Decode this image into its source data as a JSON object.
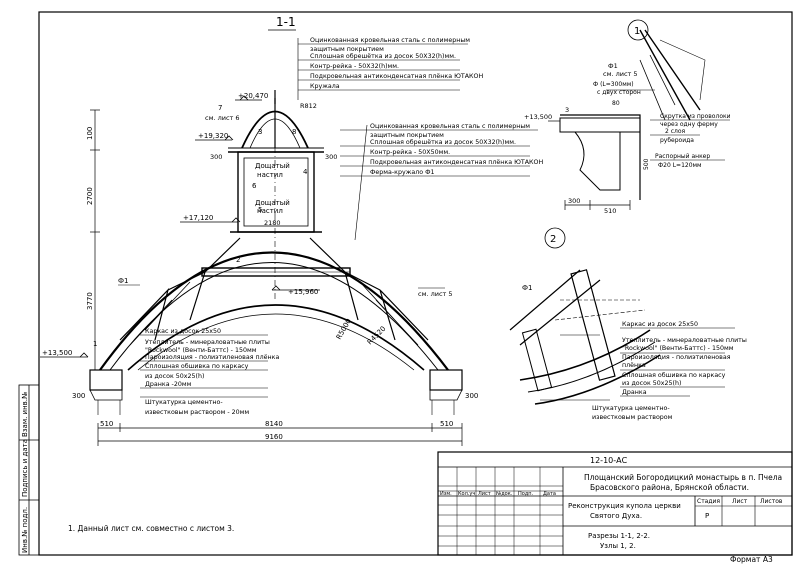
{
  "section_1_title": "1-1",
  "node_1_number": "1",
  "node_2_number": "2",
  "top_note": [
    "Оцинкованная кровельная сталь с полимерным",
    "защитным покрытием",
    "Сплошная обрешётка из досок 50Х32(h)мм.",
    "Контр-рейка - 50Х32(h)мм.",
    "Подкровельная антиконденсатная плёнка ЮТАКОН",
    "Кружала"
  ],
  "mid_note": [
    "Оцинкованная кровельная сталь с полимерным",
    "защитным покрытием",
    "Сплошная обрешётка из досок 50Х32(h)мм.",
    "Контр-рейка - 50Х50мм.",
    "Подкровельная антиконденсатная плёнка ЮТАКОН",
    "Ферма-кружало Ф1"
  ],
  "low_note": [
    "Каркас из досок 25х50",
    "Утеплитель - минераловатные плиты",
    "\"Rockwool\" (Венти-Баттс) - 150мм",
    "Пароизоляция - полиэтиленовая плёнка",
    "Сплошная обшивка по каркасу",
    "из досок 50х25(h)",
    "Дранка  -20мм",
    "Штукатурка цементно-",
    "известковым раствором - 20мм"
  ],
  "node2_note": [
    "Каркас из досок 25х50",
    "Утеплитель - минераловатные плиты",
    "\"Rockwool\" (Венти-Баттс) - 150мм",
    "Пароизоляция - полиэтиленовая",
    "плёнка",
    "Сплошная обшивка по каркасу",
    "из досок 50х25(h)",
    "Дранка",
    "Штукатурка цементно-",
    "известковым раствором"
  ],
  "node1_labels": {
    "f1": "Ф1",
    "see_sheet": "см. лист 5",
    "pin": "Ф (L=300мм)",
    "every_other": "с двух сторон",
    "twist": "Скрутка из проволоки",
    "through": "через одну ферму",
    "layers": "2 слоя",
    "ruberoid": "рубероида",
    "anchor": "Распорный анкер",
    "anchor_size": "Ф20 L=120мм",
    "dim_300": "300",
    "dim_510": "510",
    "mark_13500": "+13,500",
    "dim_500": "500",
    "n3": "3",
    "n80": "80"
  },
  "labels": {
    "elev_20470": "+20,470",
    "elev_19320": "+19,320",
    "elev_17120": "+17,120",
    "elev_15960": "+15,960",
    "elev_13500": "+13,500",
    "r_2": "R812",
    "r_5000": "R5000",
    "r_4520": "R4520",
    "see_sheet6": "см. лист 6",
    "see_sheet5": "см. лист 5",
    "f1": "Ф1",
    "window_1": "Дощатый",
    "window_1b": "настил",
    "window_2": "Дощатый",
    "window_2b": "настил",
    "dim_2180": "2180",
    "dim_100": "100",
    "dim_2700": "2700",
    "dim_3770": "3770",
    "dim_300a": "300",
    "dim_300b": "300",
    "dim_300c": "300",
    "dim_300d": "300",
    "dim_510a": "510",
    "dim_510b": "510",
    "dim_8140": "8140",
    "dim_9160": "9160",
    "n1": "1",
    "n2": "2",
    "n3": "3",
    "n4": "4",
    "n5": "5",
    "n6": "6",
    "n7": "7",
    "n8": "8"
  },
  "side_stamp": [
    "Инв.№ подл.",
    "Подпись и дата",
    "Взам. инв.№"
  ],
  "note_bottom": "1. Данный лист см. совместно с листом 3.",
  "title_block": {
    "code": "12-10-АС",
    "project": [
      "Площанский Богородицкий монастырь в п. Пчела",
      "Брасовского района, Брянской области."
    ],
    "object": [
      "Реконструкция купола церкви",
      "Святого Духа."
    ],
    "sheet_title": [
      "Разрезы 1-1, 2-2.",
      "Узлы 1, 2."
    ],
    "stage_h": "Стадия",
    "sheet_h": "Лист",
    "sheets_h": "Листов",
    "stage": "Р",
    "cols": [
      "Изм.",
      "Кол.уч",
      "Лист",
      "№док.",
      "Подп.",
      "Дата"
    ]
  },
  "format": "Формат А3"
}
